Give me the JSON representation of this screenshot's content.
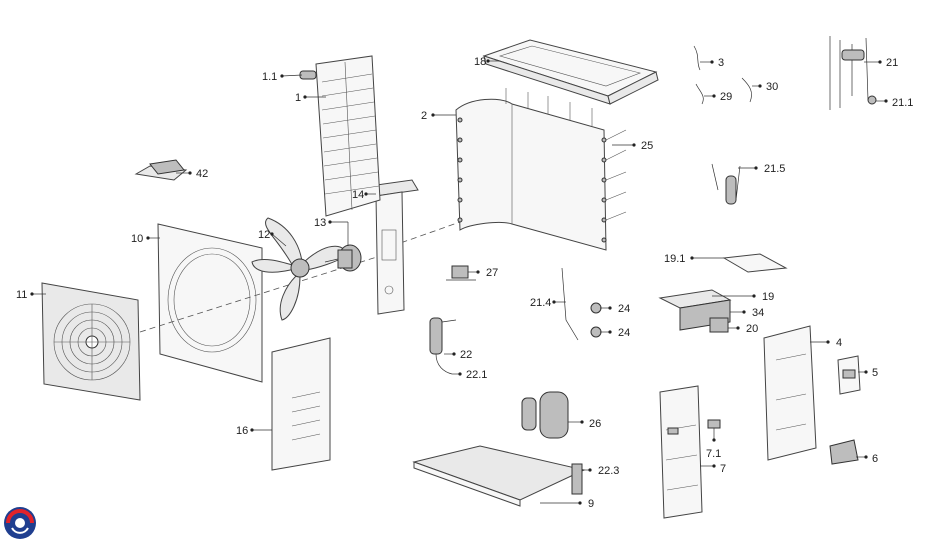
{
  "logo": {
    "name": "brand-logo"
  },
  "callouts": [
    {
      "id": "1.1",
      "label": "1.1"
    },
    {
      "id": "1",
      "label": "1"
    },
    {
      "id": "2",
      "label": "2"
    },
    {
      "id": "3",
      "label": "3"
    },
    {
      "id": "4",
      "label": "4"
    },
    {
      "id": "5",
      "label": "5"
    },
    {
      "id": "6",
      "label": "6"
    },
    {
      "id": "7",
      "label": "7"
    },
    {
      "id": "7.1",
      "label": "7.1"
    },
    {
      "id": "9",
      "label": "9"
    },
    {
      "id": "10",
      "label": "10"
    },
    {
      "id": "11",
      "label": "11"
    },
    {
      "id": "12",
      "label": "12"
    },
    {
      "id": "13",
      "label": "13"
    },
    {
      "id": "14",
      "label": "14"
    },
    {
      "id": "16",
      "label": "16"
    },
    {
      "id": "18",
      "label": "18"
    },
    {
      "id": "19",
      "label": "19"
    },
    {
      "id": "19.1",
      "label": "19.1"
    },
    {
      "id": "20",
      "label": "20"
    },
    {
      "id": "21",
      "label": "21"
    },
    {
      "id": "21.1",
      "label": "21.1"
    },
    {
      "id": "21.4",
      "label": "21.4"
    },
    {
      "id": "21.5",
      "label": "21.5"
    },
    {
      "id": "22",
      "label": "22"
    },
    {
      "id": "22.1",
      "label": "22.1"
    },
    {
      "id": "22.3",
      "label": "22.3"
    },
    {
      "id": "24a",
      "label": "24"
    },
    {
      "id": "24b",
      "label": "24"
    },
    {
      "id": "25",
      "label": "25"
    },
    {
      "id": "26",
      "label": "26"
    },
    {
      "id": "27",
      "label": "27"
    },
    {
      "id": "29",
      "label": "29"
    },
    {
      "id": "30",
      "label": "30"
    },
    {
      "id": "34",
      "label": "34"
    },
    {
      "id": "42",
      "label": "42"
    }
  ]
}
